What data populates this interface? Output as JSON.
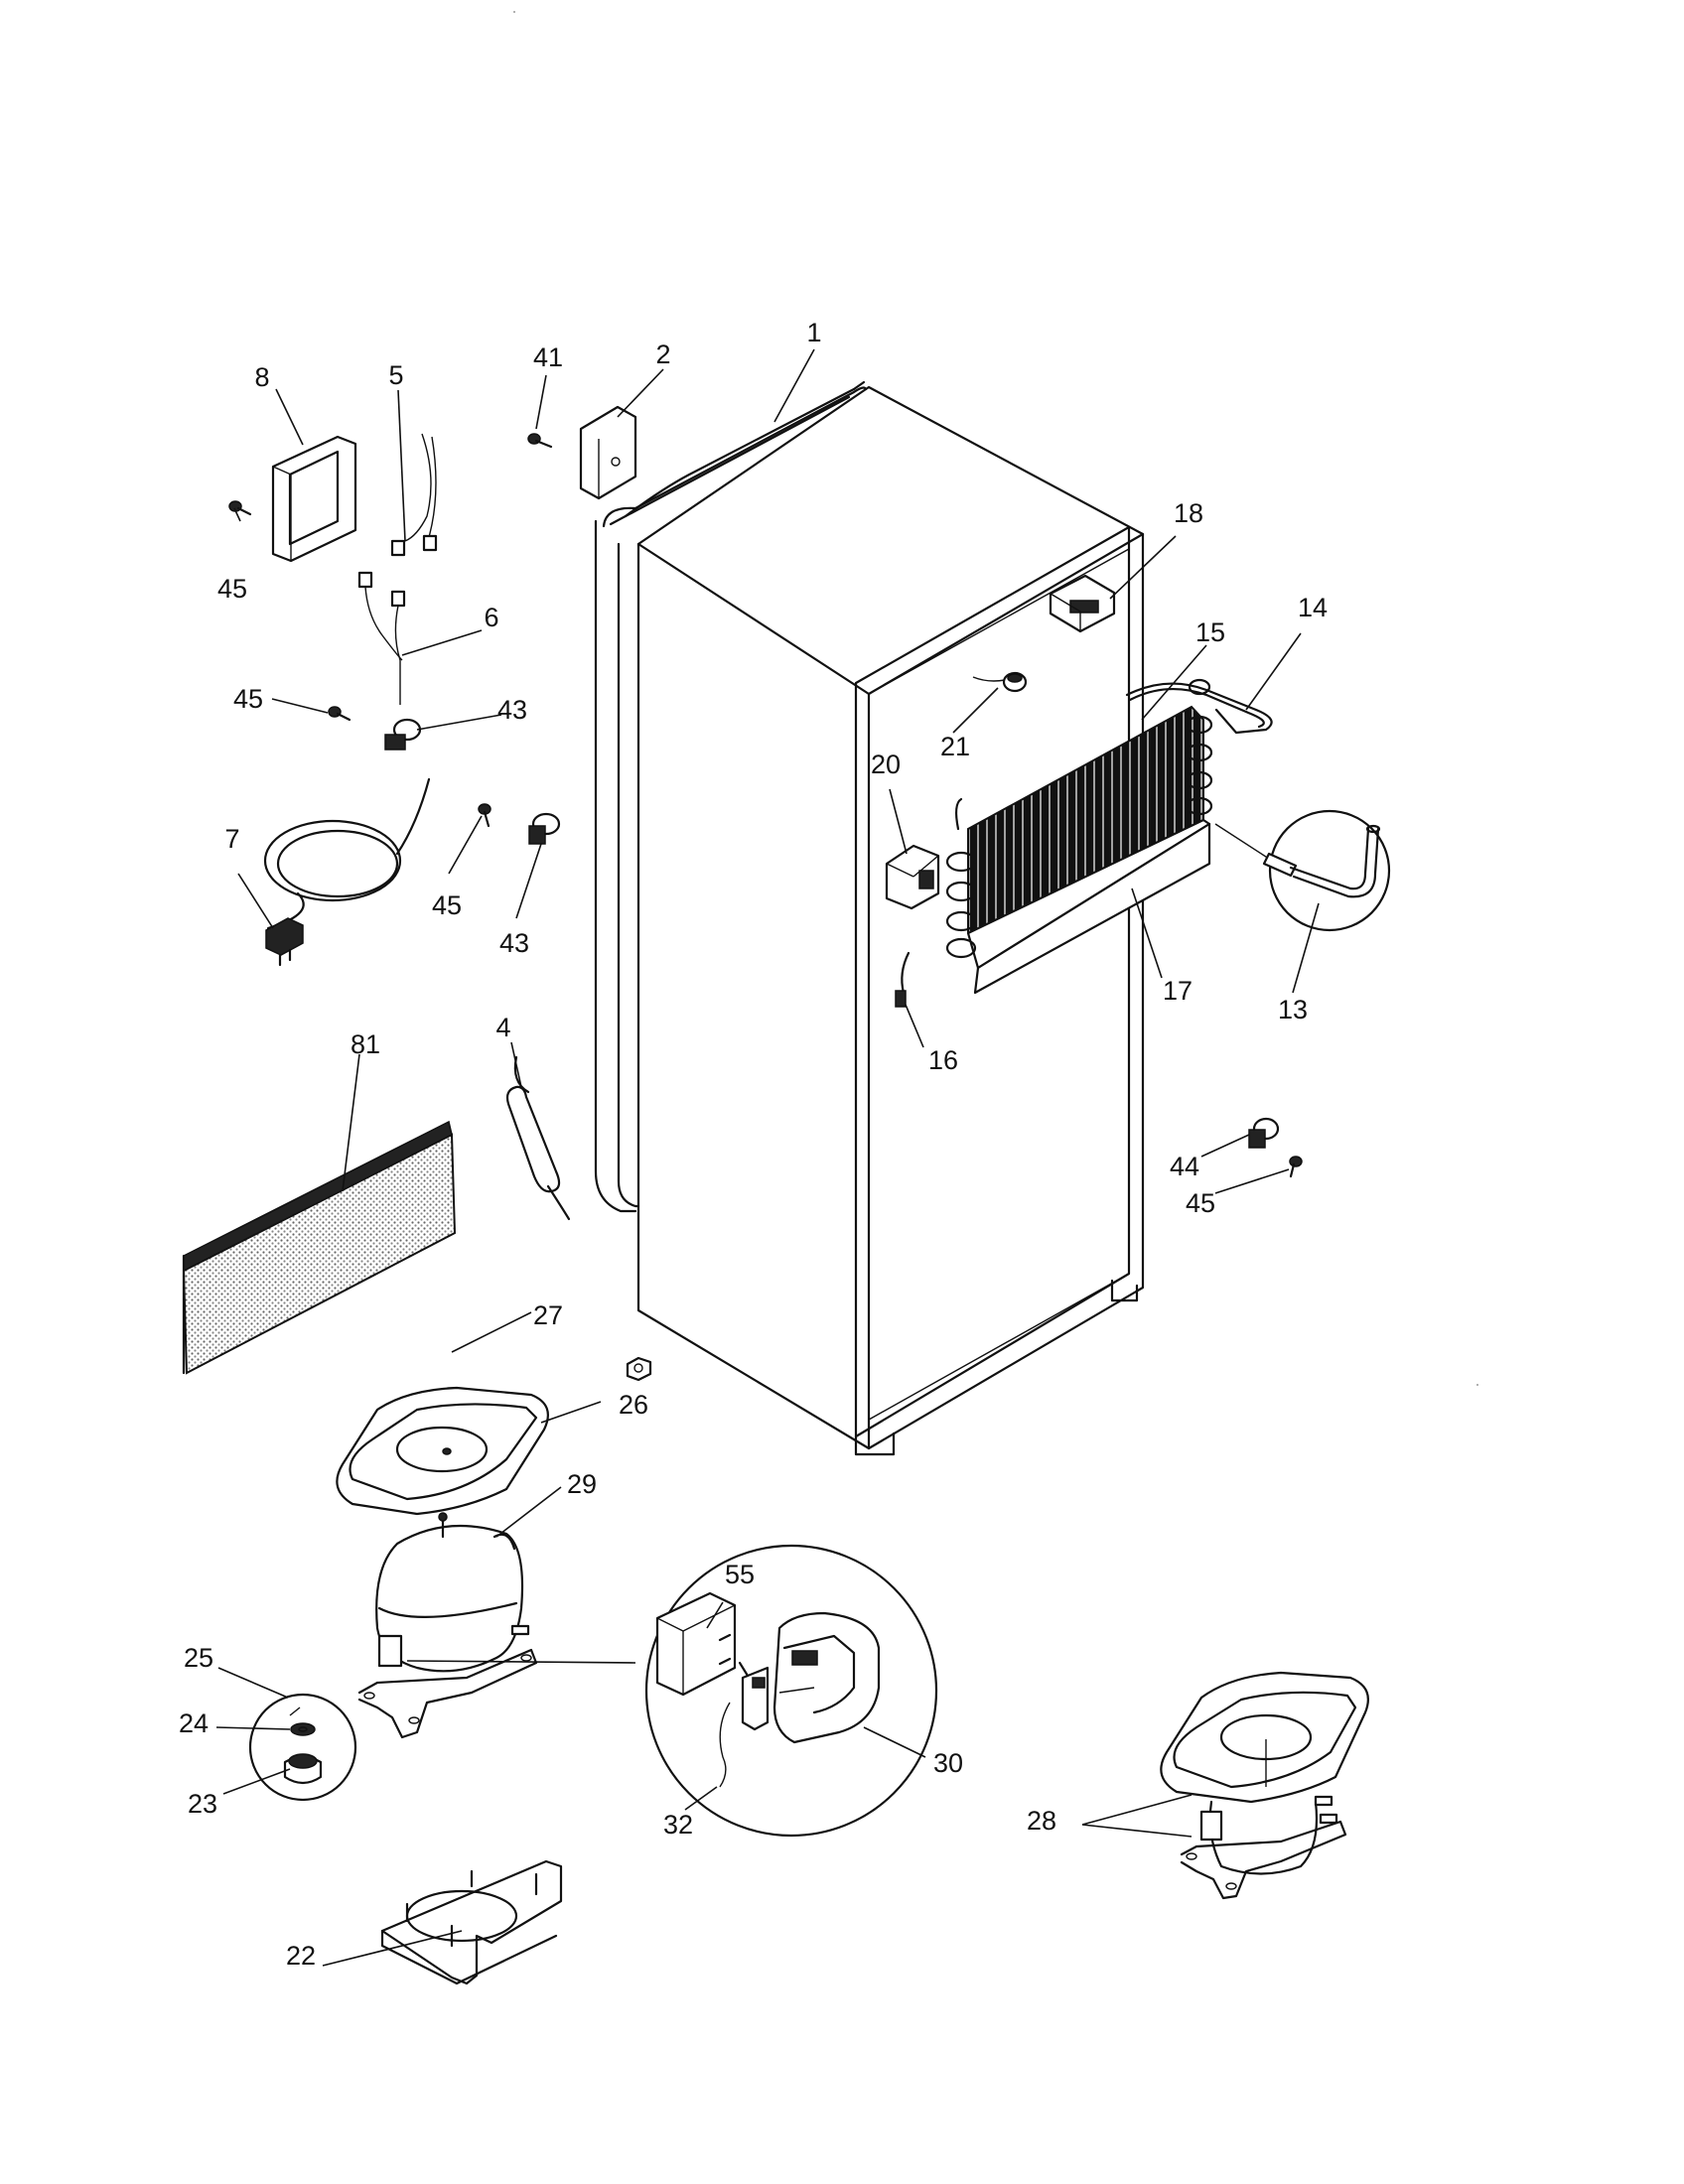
{
  "callouts": [
    {
      "id": "1",
      "label": "1"
    },
    {
      "id": "2",
      "label": "2"
    },
    {
      "id": "4",
      "label": "4"
    },
    {
      "id": "5",
      "label": "5"
    },
    {
      "id": "6",
      "label": "6"
    },
    {
      "id": "7",
      "label": "7"
    },
    {
      "id": "8",
      "label": "8"
    },
    {
      "id": "13",
      "label": "13"
    },
    {
      "id": "14",
      "label": "14"
    },
    {
      "id": "15",
      "label": "15"
    },
    {
      "id": "16",
      "label": "16"
    },
    {
      "id": "17",
      "label": "17"
    },
    {
      "id": "18",
      "label": "18"
    },
    {
      "id": "20",
      "label": "20"
    },
    {
      "id": "21",
      "label": "21"
    },
    {
      "id": "22",
      "label": "22"
    },
    {
      "id": "23",
      "label": "23"
    },
    {
      "id": "24",
      "label": "24"
    },
    {
      "id": "25",
      "label": "25"
    },
    {
      "id": "26",
      "label": "26"
    },
    {
      "id": "27",
      "label": "27"
    },
    {
      "id": "28",
      "label": "28"
    },
    {
      "id": "29",
      "label": "29"
    },
    {
      "id": "30",
      "label": "30"
    },
    {
      "id": "32",
      "label": "32"
    },
    {
      "id": "41",
      "label": "41"
    },
    {
      "id": "43a",
      "label": "43"
    },
    {
      "id": "43b",
      "label": "43"
    },
    {
      "id": "44",
      "label": "44"
    },
    {
      "id": "45a",
      "label": "45"
    },
    {
      "id": "45b",
      "label": "45"
    },
    {
      "id": "45c",
      "label": "45"
    },
    {
      "id": "45d",
      "label": "45"
    },
    {
      "id": "55",
      "label": "55"
    },
    {
      "id": "81",
      "label": "81"
    }
  ]
}
